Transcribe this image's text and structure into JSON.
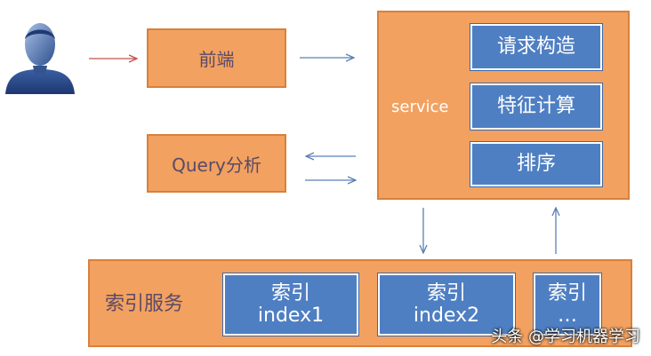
{
  "frontend": {
    "label": "前端"
  },
  "query": {
    "label": "Query分析"
  },
  "service": {
    "label": "service",
    "modules": [
      "请求构造",
      "特征计算",
      "排序"
    ]
  },
  "index_service": {
    "label": "索引服务",
    "shards": [
      {
        "line1": "索引",
        "line2": "index1"
      },
      {
        "line1": "索引",
        "line2": "index2"
      },
      {
        "line1": "索引",
        "line2": "…"
      }
    ]
  },
  "watermark": "头条 @学习机器学习",
  "colors": {
    "orange": "#f2a160",
    "blue": "#4f7fc3",
    "arrow_red": "#c0504d",
    "arrow_blue": "#5b7fb5"
  }
}
